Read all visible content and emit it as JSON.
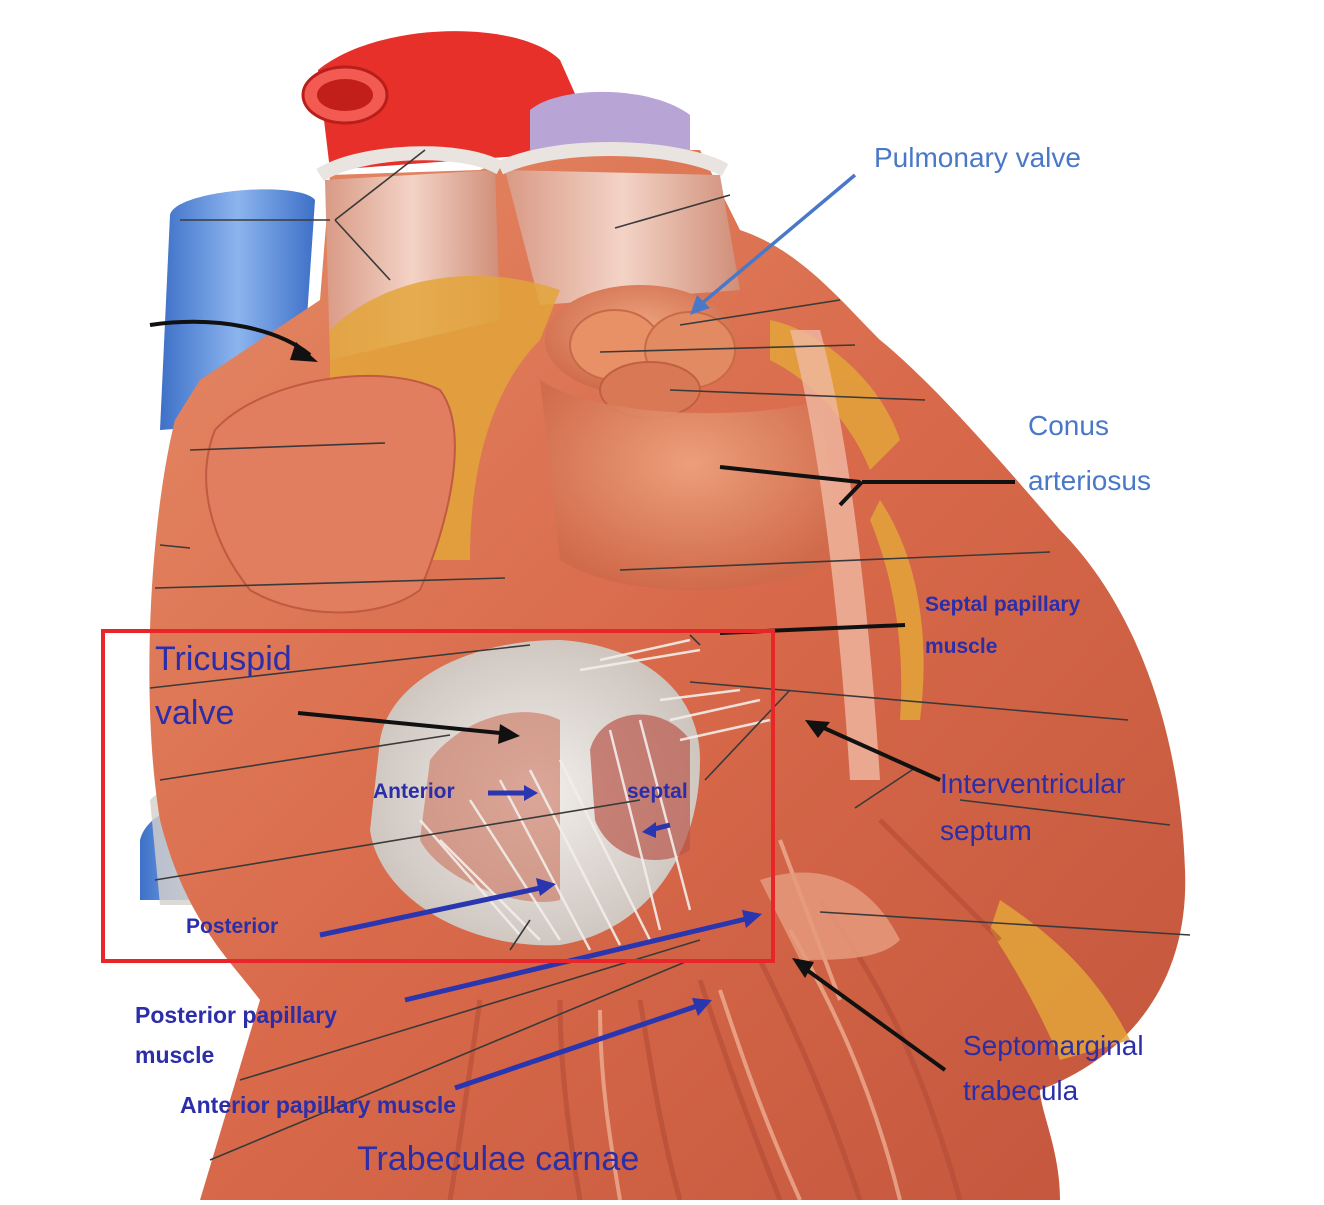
{
  "colors": {
    "light_blue_label": "#4a78c8",
    "dark_blue_label": "#2b2ea8",
    "callout_box": "#e8262a",
    "leader_black": "#111111",
    "arrow_blue": "#2a35b0",
    "muscle": "#d9704f",
    "muscle_dark": "#b94a35",
    "valve_white": "#e4e0dc",
    "aorta_red": "#e8302a",
    "vein_blue": "#4f86d8",
    "fat_yellow": "#e3a43a"
  },
  "labels": {
    "pulmonary_valve": "Pulmonary valve",
    "conus_line1": "Conus",
    "conus_line2": "arteriosus",
    "septal_pap_line1": "Septal papillary",
    "septal_pap_line2": "muscle",
    "tricuspid_line1": "Tricuspid",
    "tricuspid_line2": "valve",
    "anterior": "Anterior",
    "septal": "septal",
    "posterior": "Posterior",
    "iv_septum_line1": "Interventricular",
    "iv_septum_line2": "septum",
    "post_pap_line1": "Posterior papillary",
    "post_pap_line2": "muscle",
    "ant_pap": "Anterior papillary muscle",
    "trabeculae": "Trabeculae carnae",
    "septomarginal_line1": "Septomarginal",
    "septomarginal_line2": "trabecula"
  }
}
